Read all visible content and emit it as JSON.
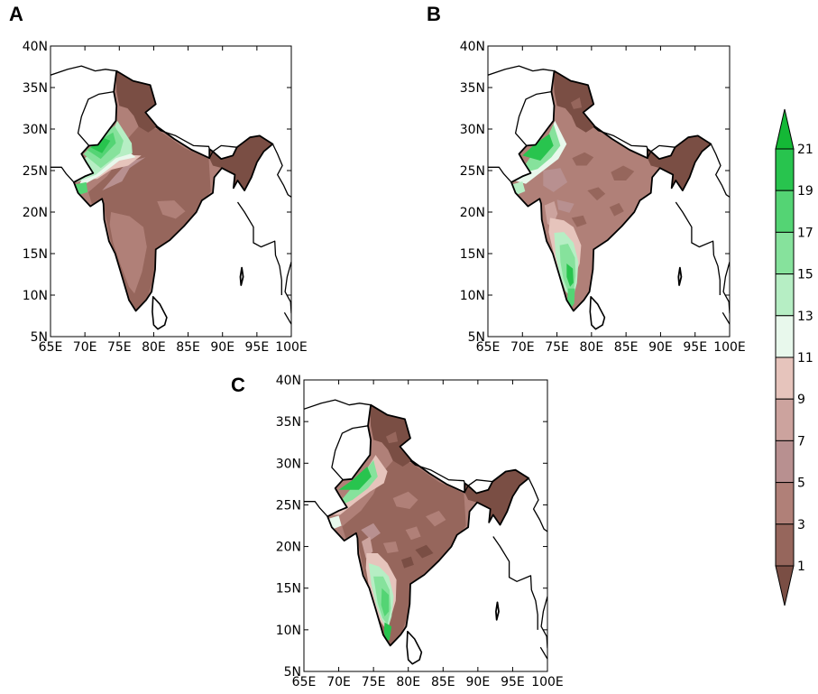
{
  "panels": [
    {
      "id": "A",
      "label": "A",
      "variant": "A"
    },
    {
      "id": "B",
      "label": "B",
      "variant": "B"
    },
    {
      "id": "C",
      "label": "C",
      "variant": "C"
    }
  ],
  "axes": {
    "lon_ticks": [
      "65E",
      "70E",
      "75E",
      "80E",
      "85E",
      "90E",
      "95E",
      "100E"
    ],
    "lat_ticks": [
      "5N",
      "10N",
      "15N",
      "20N",
      "25N",
      "30N",
      "35N",
      "40N"
    ],
    "lon_range": [
      65,
      100
    ],
    "lat_range": [
      5,
      40
    ]
  },
  "colorbar": {
    "labels": [
      "21",
      "19",
      "17",
      "15",
      "13",
      "11",
      "9",
      "7",
      "5",
      "3",
      "1"
    ],
    "levels": [
      1,
      3,
      5,
      7,
      9,
      11,
      13,
      15,
      17,
      19,
      21
    ],
    "bin_colors": [
      "#7a4e44",
      "#96665c",
      "#b08078",
      "#b89090",
      "#cca39e",
      "#e6c4bc",
      "#e8f8ec",
      "#b6eec4",
      "#86e29c",
      "#54d474",
      "#28c44e",
      "#14b836"
    ],
    "extend": "both"
  },
  "colors": {
    "outline": "#000000",
    "frame": "#000000"
  }
}
